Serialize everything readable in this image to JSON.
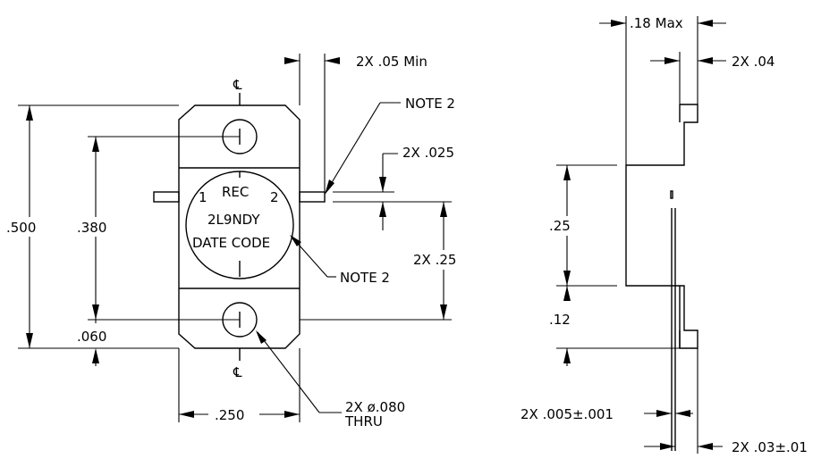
{
  "front_view": {
    "centerline_symbol": "℄",
    "centerline_symbol_bottom": "℄",
    "dim_overall_height": ".500",
    "dim_hole_spacing": ".380",
    "dim_lower_offset": ".060",
    "dim_width": ".250",
    "dim_lead_min": "2X .05 Min",
    "dim_lead_thickness": "2X .025",
    "dim_lead_position": "2X .25",
    "hole_note_line1": "2X ø.080",
    "hole_note_line2": "THRU",
    "note_top": "NOTE 2",
    "note_mid": "NOTE 2",
    "marking": {
      "pin1": "1",
      "pin2": "2",
      "line1": "REC",
      "line2": "2L9NDY",
      "line3": "DATE CODE"
    }
  },
  "side_view": {
    "dim_max_thickness": ".18 Max",
    "dim_tab": "2X .04",
    "dim_body": ".25",
    "dim_base": ".12",
    "dim_lead_thk": "2X .005±.001",
    "dim_bottom": "2X .03±.01"
  }
}
